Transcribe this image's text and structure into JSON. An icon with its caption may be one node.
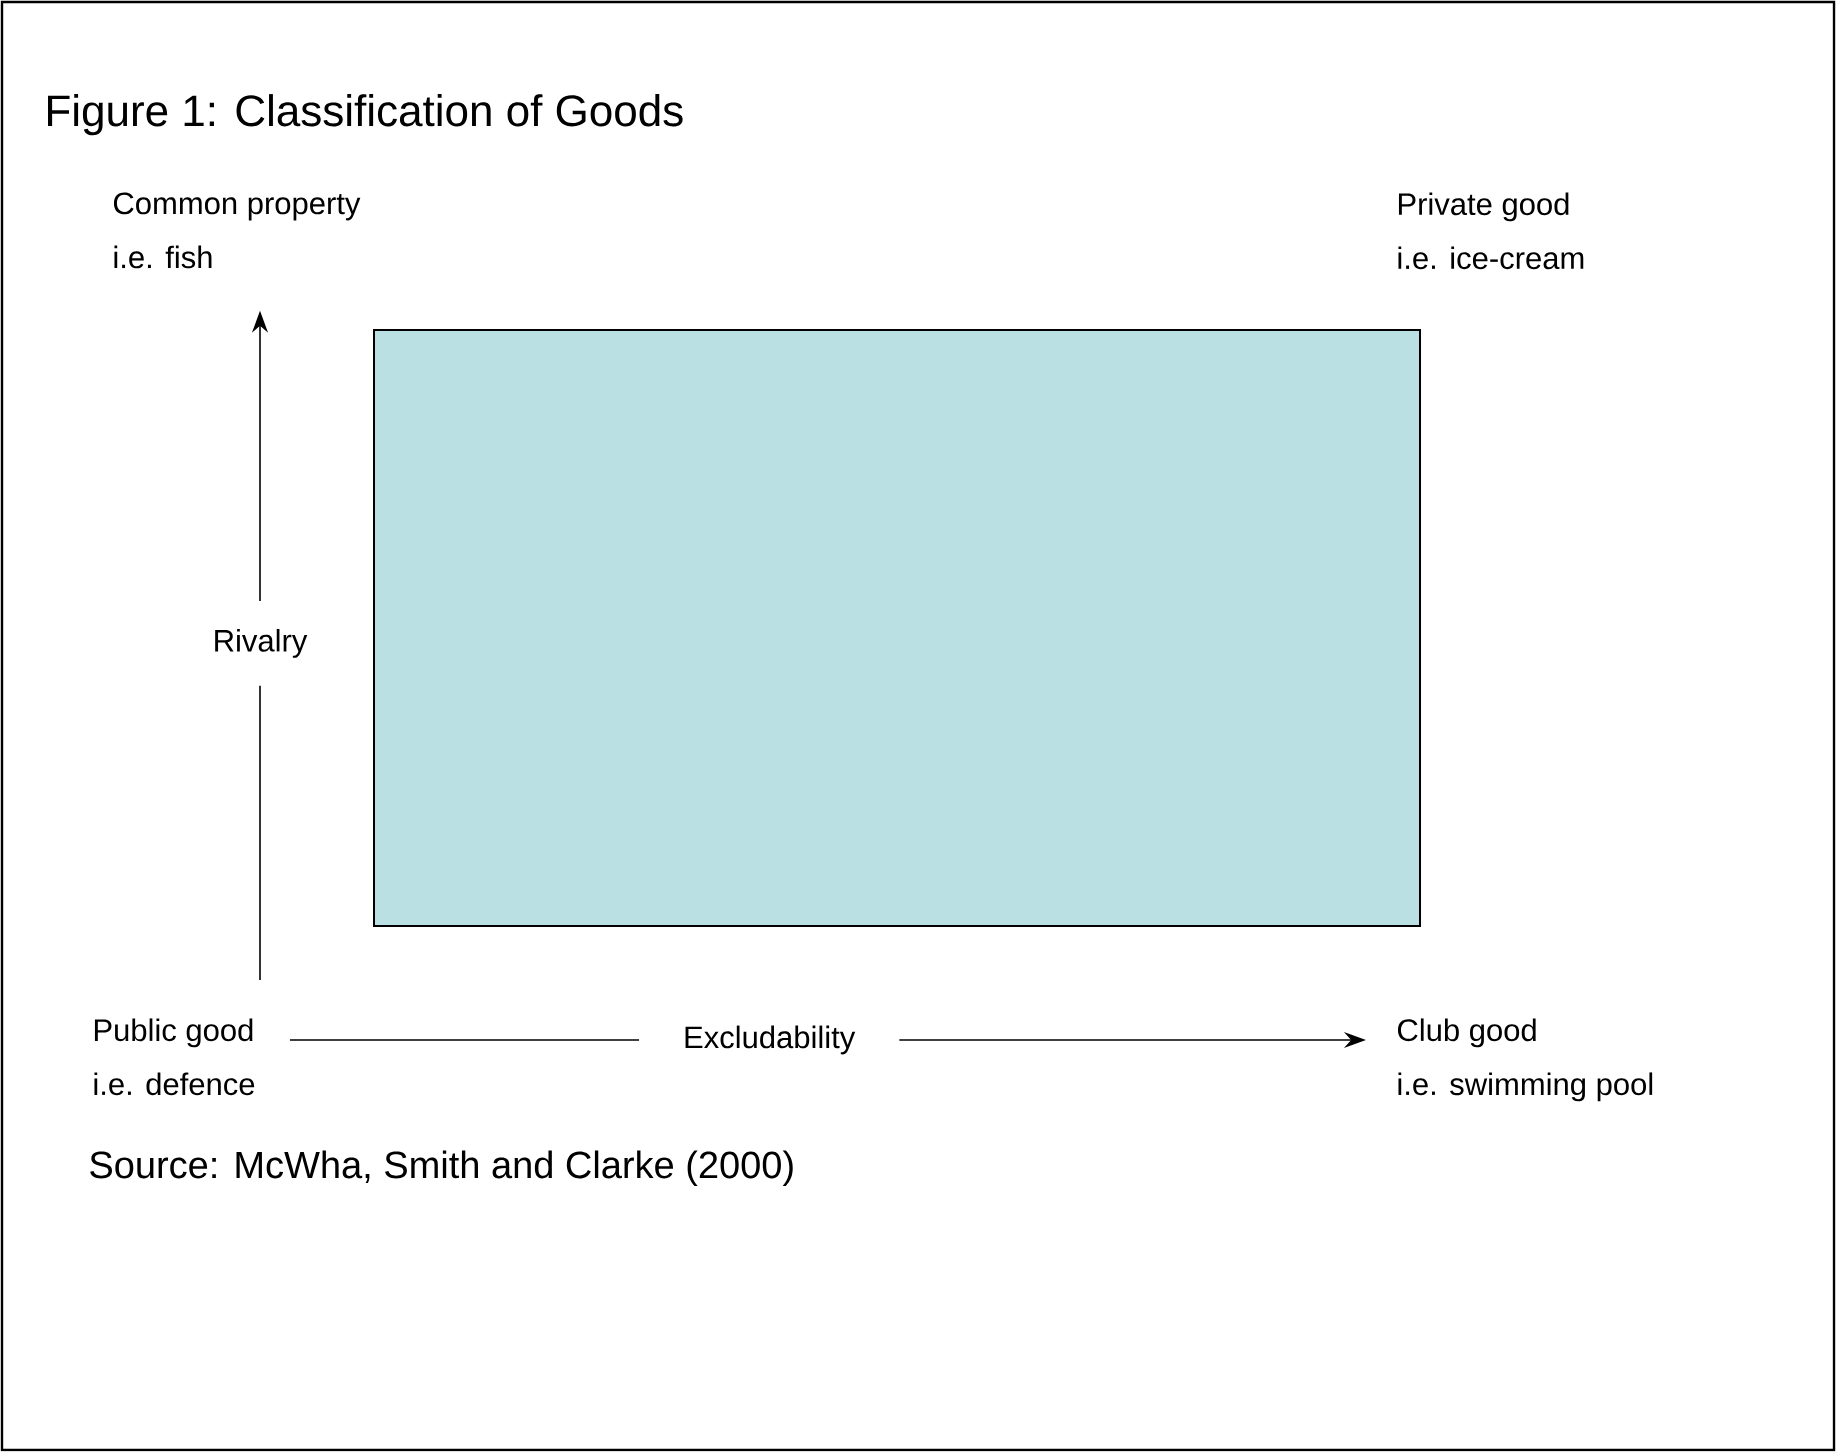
{
  "diagram": {
    "title": "Figure 1: Classification of Goods",
    "caption": "Source: McWha, Smith and Clarke (2000)",
    "nodes": [
      {
        "text": [
          "Common property",
          "i.e. fish"
        ]
      },
      {
        "text": [
          "Private good",
          "i.e. ice-cream"
        ]
      },
      {
        "text": [],
        "shape": "box"
      },
      {
        "text": [
          "Public good",
          "i.e. defence"
        ]
      },
      {
        "text": [
          "Club good",
          "i.e. swimming pool"
        ]
      }
    ],
    "edges": [
      {
        "from": 3,
        "to": 0,
        "arrow": "to",
        "label": "Rivalry"
      },
      {
        "from": 3,
        "to": 4,
        "arrow": "to",
        "label": "Excludability"
      }
    ]
  }
}
